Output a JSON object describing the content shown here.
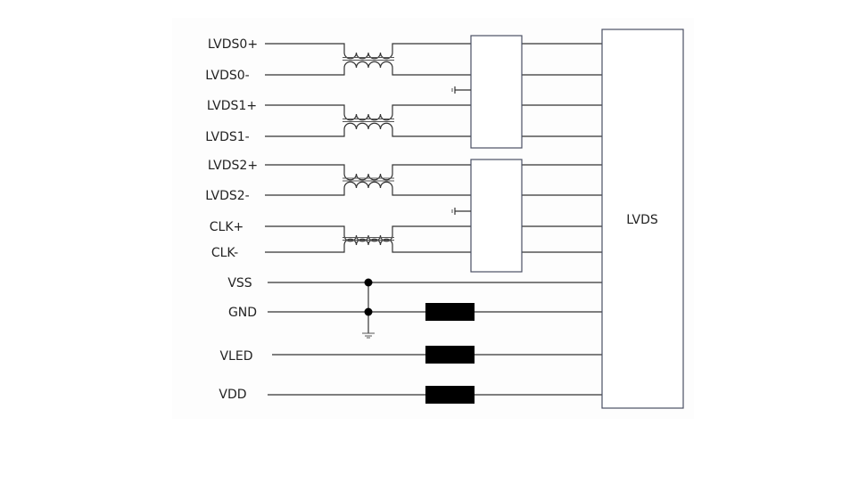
{
  "signals": [
    {
      "label": "LVDS0+"
    },
    {
      "label": "LVDS0-"
    },
    {
      "label": "LVDS1+"
    },
    {
      "label": "LVDS1-"
    },
    {
      "label": "LVDS2+"
    },
    {
      "label": "LVDS2-"
    },
    {
      "label": "CLK+"
    },
    {
      "label": "CLK-"
    },
    {
      "label": "VSS"
    },
    {
      "label": "GND"
    },
    {
      "label": "VLED"
    },
    {
      "label": "VDD"
    }
  ],
  "connector": {
    "label": "LVDS"
  }
}
